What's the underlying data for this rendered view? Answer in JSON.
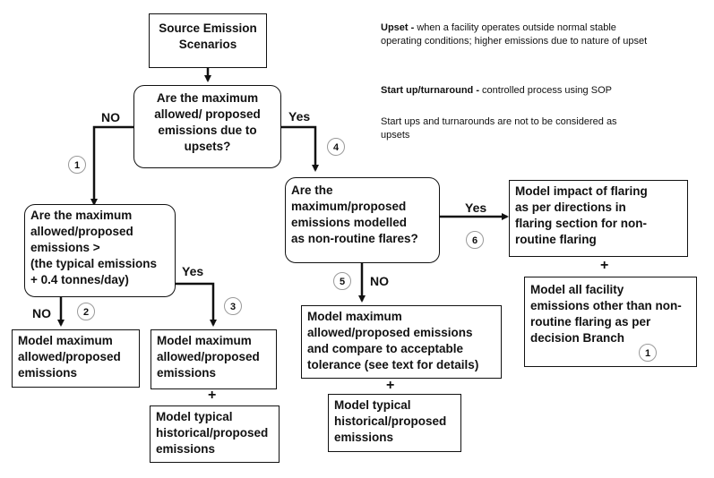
{
  "nodes": {
    "start": "Source Emission\nScenarios",
    "q_upsets": "Are the maximum\nallowed/ proposed\nemissions due to\nupsets?",
    "q_flares": "Are the\nmaximum/proposed\nemissions modelled\nas non-routine flares?",
    "q_typical": "Are the maximum\nallowed/proposed\nemissions >\n(the typical emissions\n+ 0.4 tonnes/day)",
    "model_flaring": "Model impact of flaring\nas per directions in\nflaring section for non-\nroutine flaring",
    "model_facility": "Model all facility\nemissions other than non-\nroutine flaring as per\ndecision Branch",
    "model_max_no": "Model maximum\nallowed/proposed\nemissions",
    "model_max_yes": "Model maximum\nallowed/proposed\nemissions",
    "model_typical": "Model typical\nhistorical/proposed\nemissions",
    "model_compare": "Model maximum\nallowed/proposed emissions\nand compare to acceptable\ntolerance (see text for details)",
    "model_typical2": "Model typical\nhistorical/proposed\nemissions"
  },
  "labels": {
    "no_upsets": "NO",
    "yes_upsets": "Yes",
    "yes_flares": "Yes",
    "no_flares": "NO",
    "yes_typical": "Yes",
    "no_typical": "NO",
    "plus": "+"
  },
  "markers": [
    "1",
    "2",
    "3",
    "4",
    "5",
    "6"
  ],
  "branch_ref": "1",
  "notes": {
    "upset_term": "Upset -",
    "upset_def": " when a facility operates outside normal stable operating conditions; higher emissions due to nature of upset",
    "startup_term": "Start up/turnaround -",
    "startup_def": " controlled process using SOP",
    "note3": "Start ups and turnarounds are not to be considered as upsets"
  }
}
